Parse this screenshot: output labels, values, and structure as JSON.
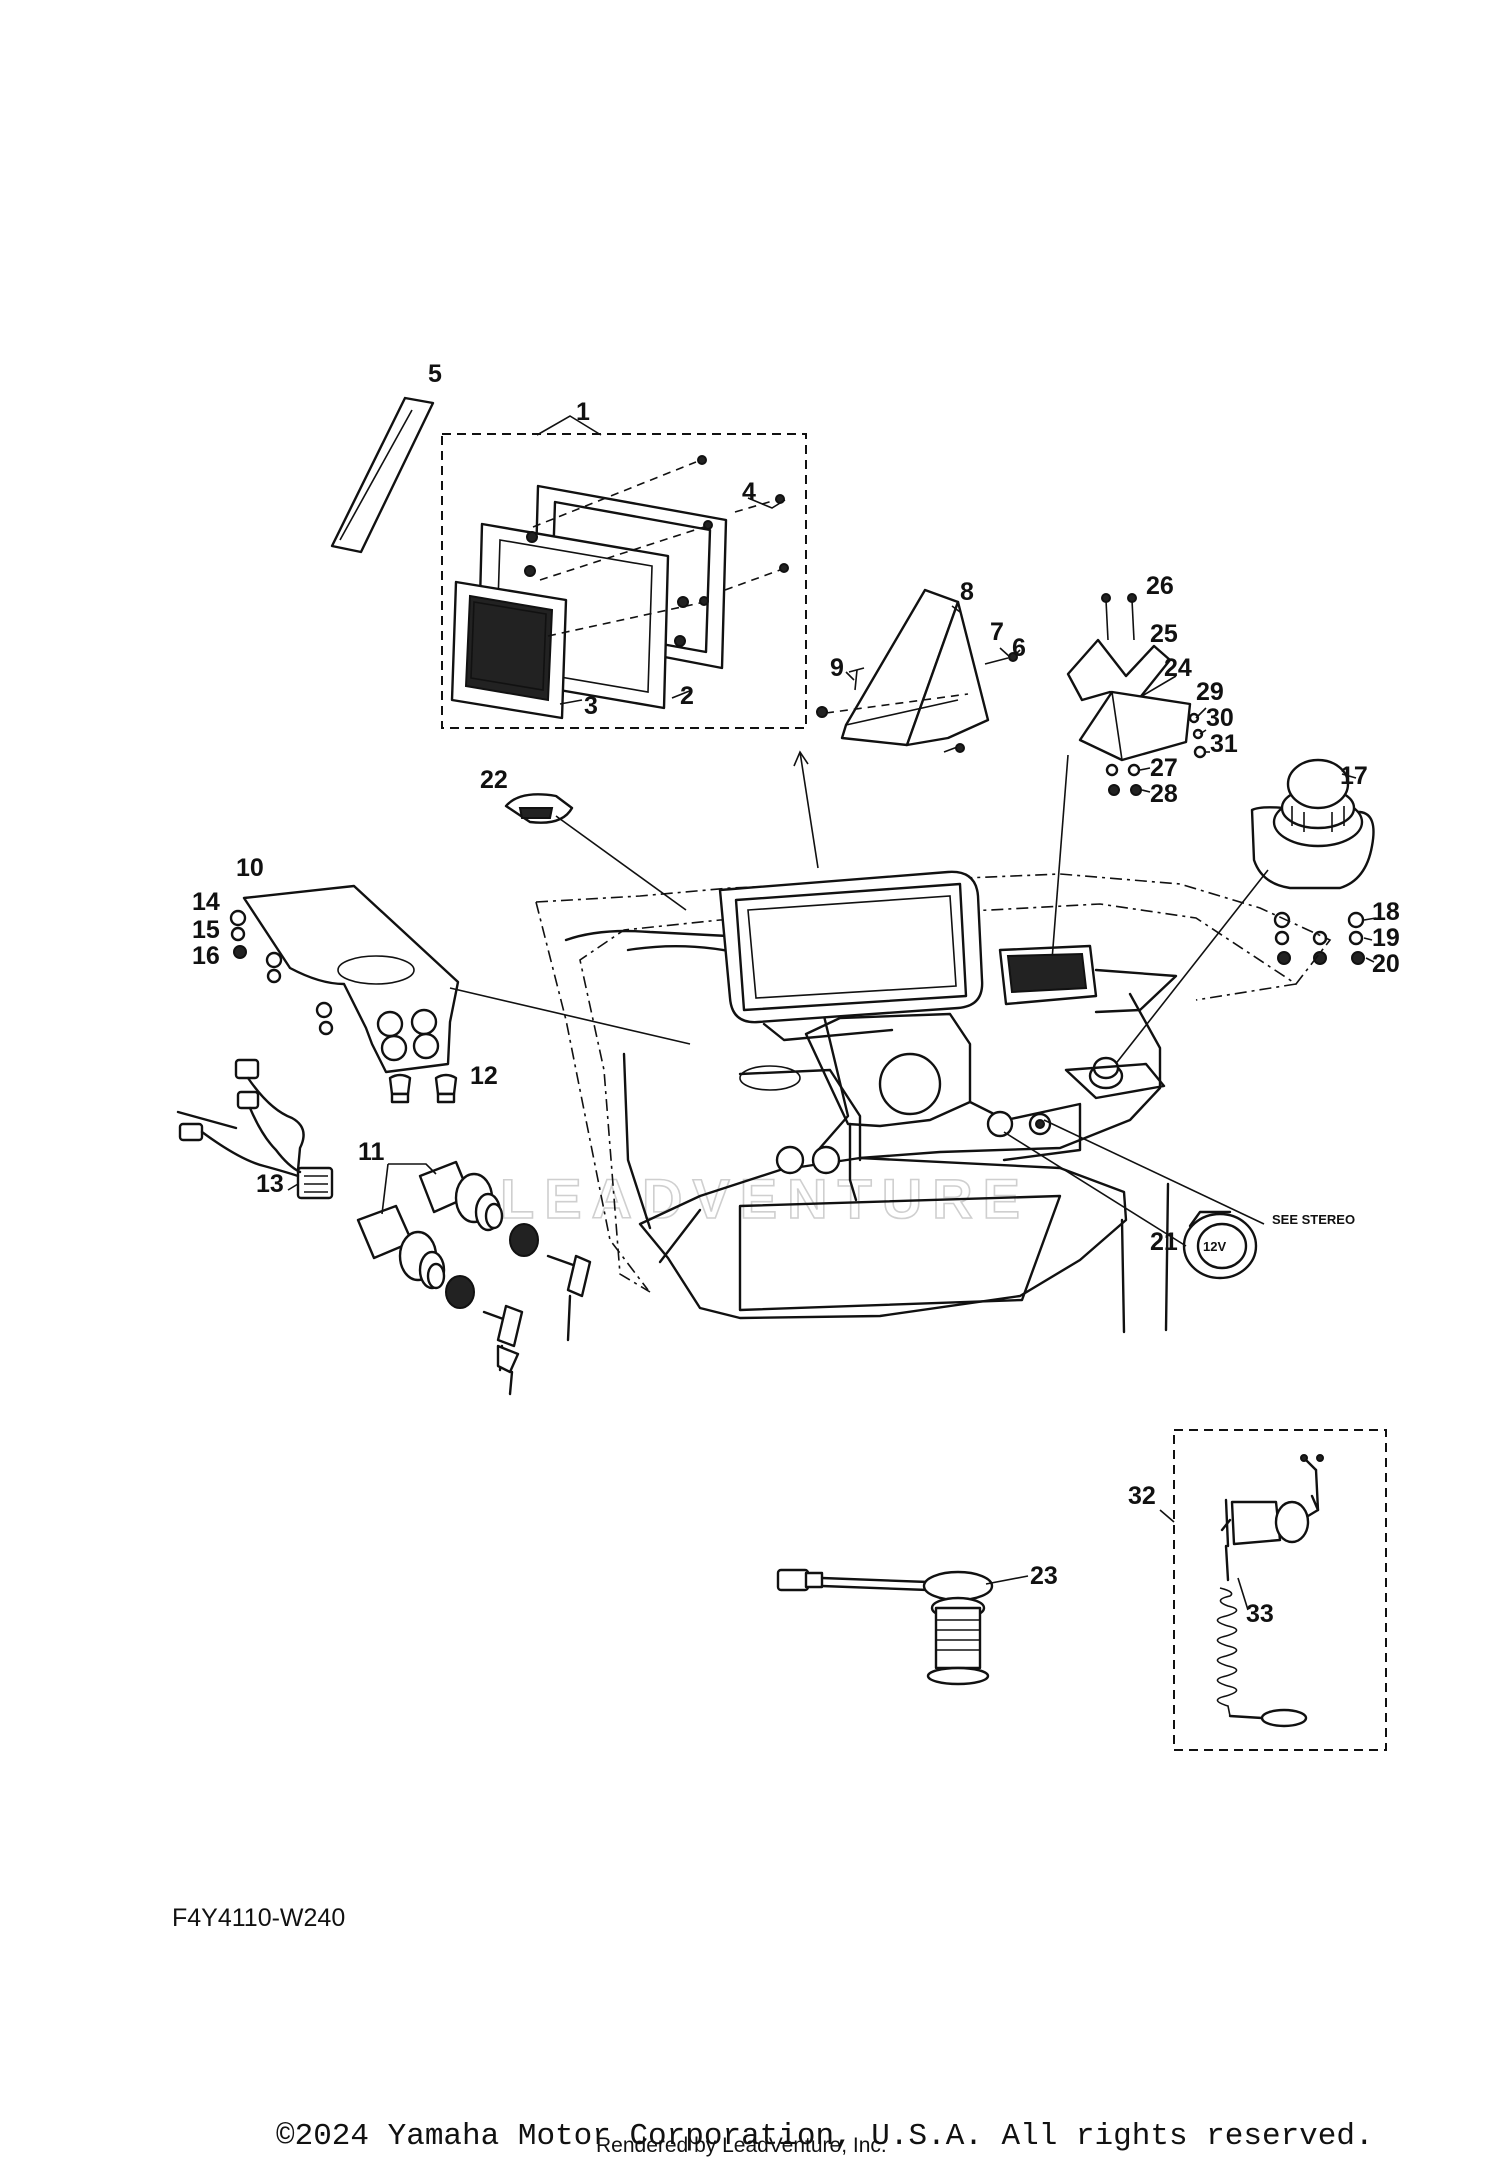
{
  "diagram": {
    "code": "F4Y4110-W240",
    "copyright": "©2024 Yamaha Motor Corporation, U.S.A. All rights reserved.",
    "rendered_by": "Rendered by LeadVenture, Inc.",
    "watermark": "LEADVENTURE",
    "see_stereo_note": "SEE STEREO",
    "socket_label": "12V",
    "callouts": [
      "1",
      "2",
      "3",
      "4",
      "5",
      "6",
      "7",
      "8",
      "9",
      "10",
      "11",
      "12",
      "13",
      "14",
      "15",
      "16",
      "17",
      "18",
      "19",
      "20",
      "21",
      "22",
      "23",
      "24",
      "25",
      "26",
      "27",
      "28",
      "29",
      "30",
      "31",
      "32",
      "33"
    ]
  }
}
